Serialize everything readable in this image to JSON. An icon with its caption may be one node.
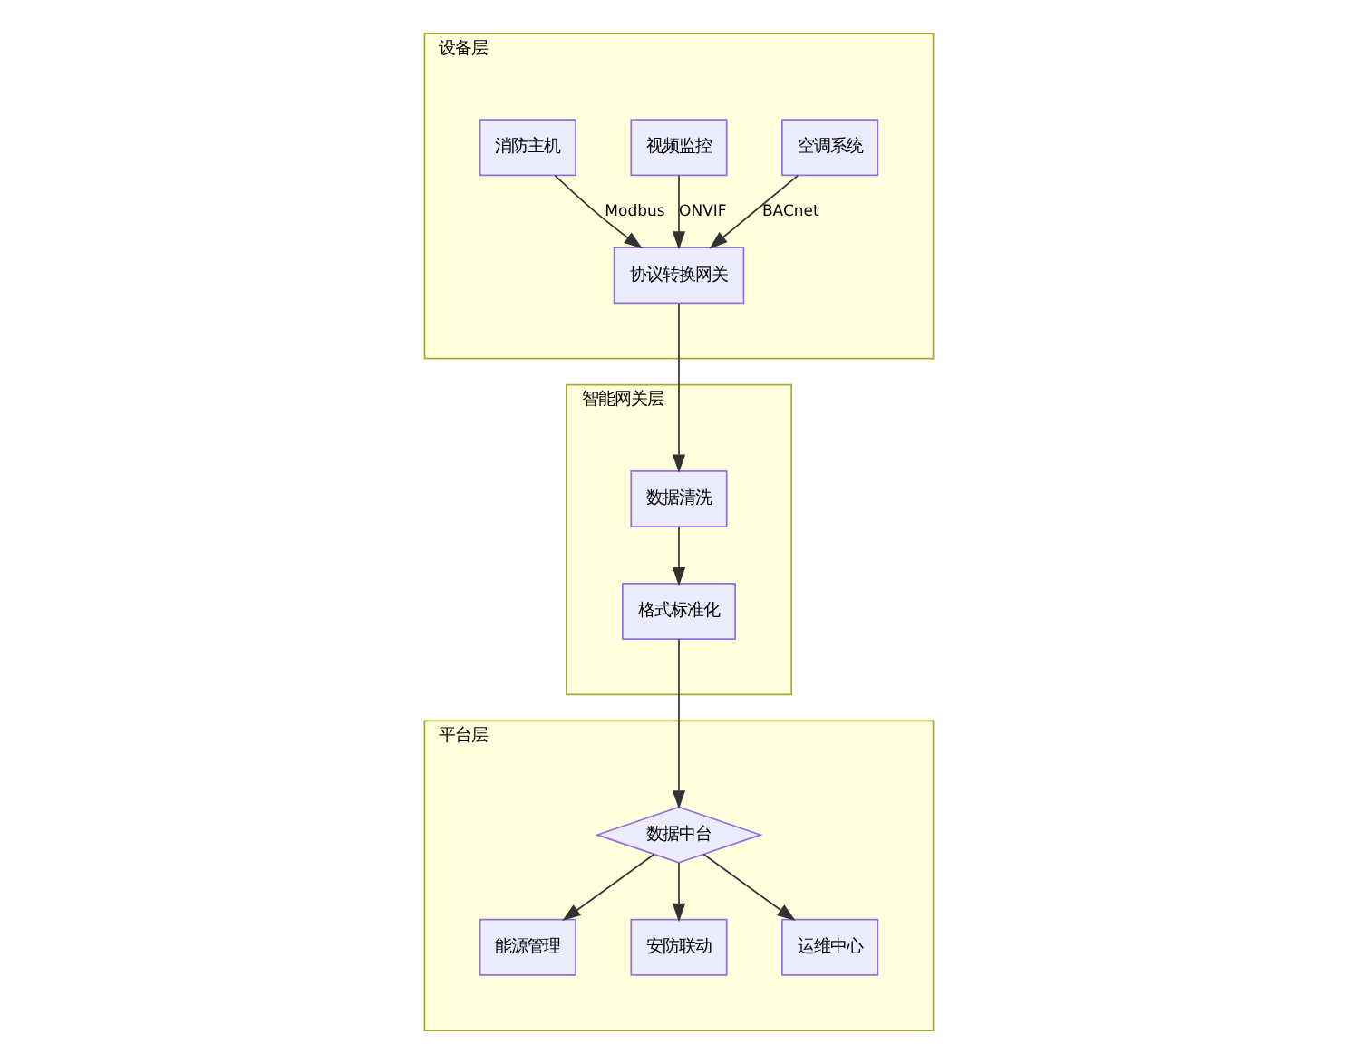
{
  "diagram": {
    "nodes": [
      {
        "text": [
          "设备层"
        ]
      },
      {
        "text": [
          "空调系统"
        ],
        "in": 0
      },
      {
        "text": [
          "视频监控"
        ],
        "in": 0
      },
      {
        "text": [
          "消防主机"
        ],
        "in": 0
      },
      {
        "text": [
          "协议转换网关"
        ],
        "in": 0
      },
      {
        "text": [
          "智能网关层"
        ]
      },
      {
        "text": [
          "数据清洗"
        ],
        "in": 5
      },
      {
        "text": [
          "格式标准化"
        ],
        "in": 5
      },
      {
        "text": [
          "平台层"
        ]
      },
      {
        "text": [
          "数据中台"
        ],
        "in": 8
      },
      {
        "text": [
          "能源管理"
        ],
        "in": 8
      },
      {
        "text": [
          "安防联动"
        ],
        "in": 8
      },
      {
        "text": [
          "运维中心"
        ],
        "in": 8
      }
    ],
    "edges": [
      {
        "from": 1,
        "to": 4,
        "arrow": "to",
        "label": "BACnet"
      },
      {
        "from": 2,
        "to": 4,
        "arrow": "to",
        "label": "ONVIF"
      },
      {
        "from": 3,
        "to": 4,
        "arrow": "to",
        "label": "Modbus"
      },
      {
        "from": 4,
        "to": 6,
        "arrow": "to"
      },
      {
        "from": 6,
        "to": 7,
        "arrow": "to"
      },
      {
        "from": 7,
        "to": 9,
        "arrow": "to"
      },
      {
        "from": 9,
        "to": 10,
        "arrow": "to"
      },
      {
        "from": 9,
        "to": 11,
        "arrow": "to"
      },
      {
        "from": 9,
        "to": 12,
        "arrow": "to"
      }
    ]
  }
}
